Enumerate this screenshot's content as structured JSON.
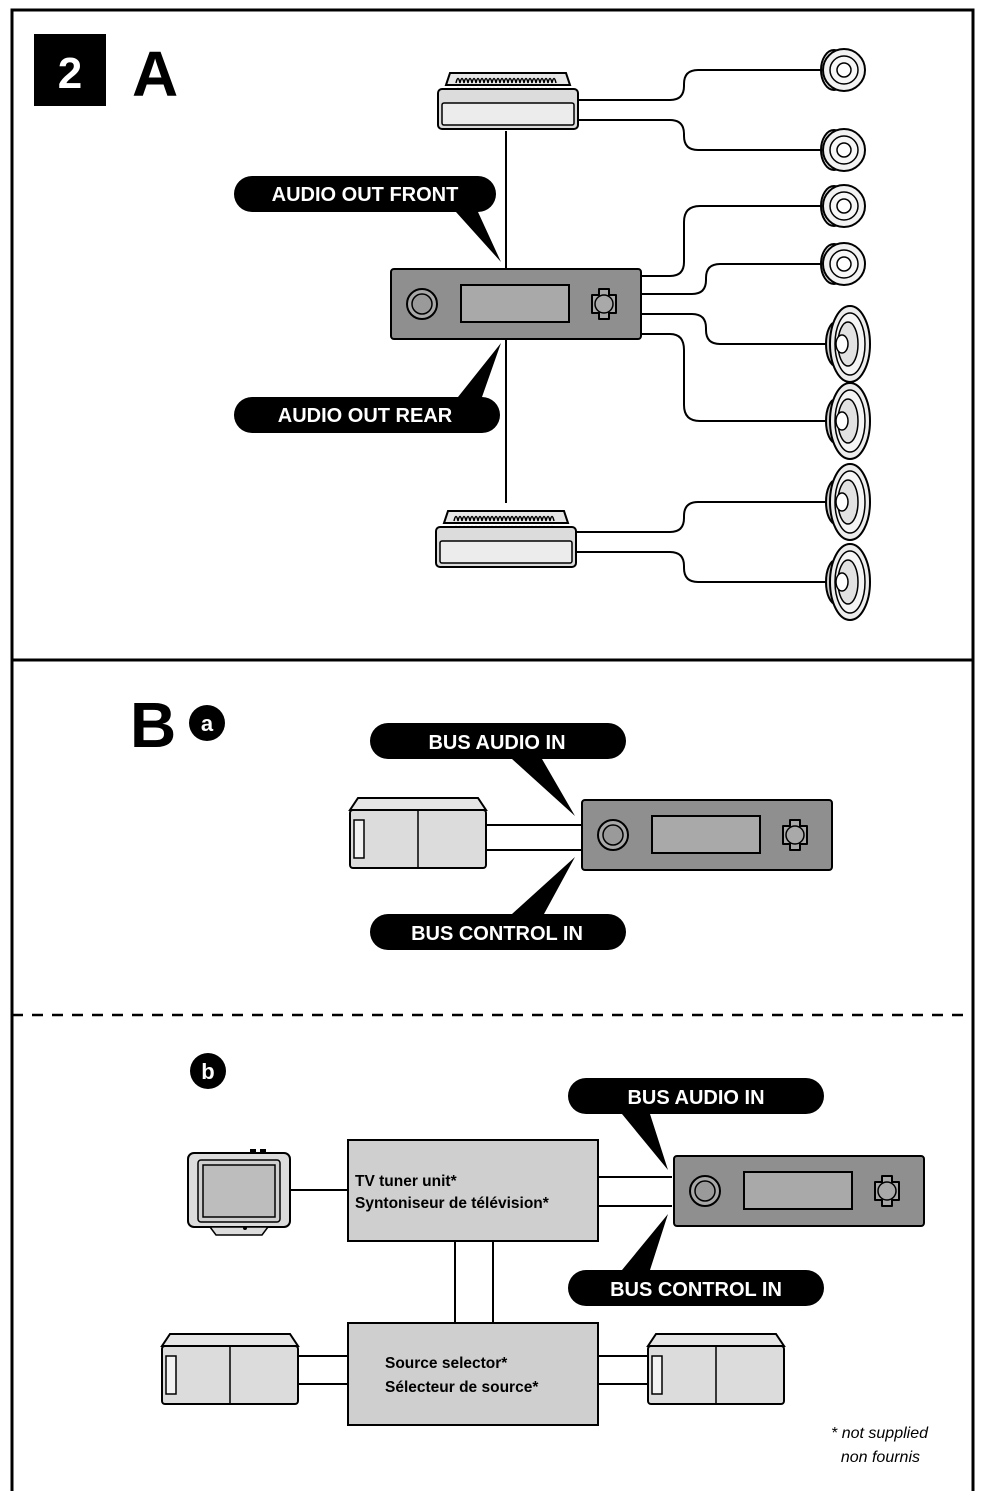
{
  "section_a": {
    "badge_number": "2",
    "letter": "A",
    "label_front": "AUDIO OUT FRONT",
    "label_rear": "AUDIO OUT REAR"
  },
  "section_b": {
    "letter": "B",
    "sub_a": "a",
    "sub_b": "b",
    "a_label_audio": "BUS AUDIO IN",
    "a_label_control": "BUS CONTROL IN",
    "b_label_audio": "BUS AUDIO IN",
    "b_label_control": "BUS CONTROL IN",
    "tv_tuner_line1": "TV tuner unit*",
    "tv_tuner_line2": "Syntoniseur de télévision*",
    "source_line1": "Source selector*",
    "source_line2": "Sélecteur de source*",
    "note_line1": "* not supplied",
    "note_line2": "non fournis"
  },
  "colors": {
    "unit_fill": "#8f8f8f",
    "box_fill": "#cfcfcf",
    "device_fill": "#dcdcdc",
    "pill_fill": "#000000"
  },
  "icons": [
    "amplifier-icon",
    "head-unit-icon",
    "tweeter-icon",
    "oval-speaker-icon",
    "cd-changer-icon",
    "monitor-icon"
  ]
}
